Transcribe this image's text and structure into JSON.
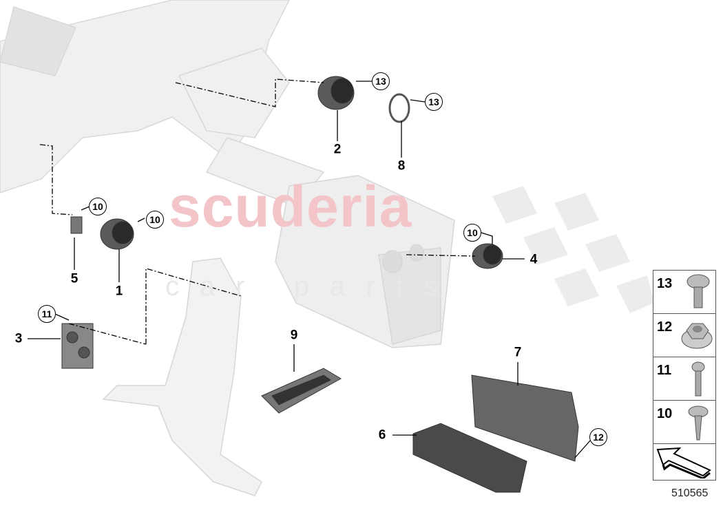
{
  "watermark": {
    "brand": "scuderia",
    "sub": "car parts"
  },
  "callouts": {
    "plain": [
      "2",
      "8",
      "5",
      "1",
      "4",
      "3",
      "9",
      "7",
      "6"
    ],
    "circled": [
      "13",
      "13",
      "10",
      "10",
      "10",
      "11",
      "12"
    ]
  },
  "legend": {
    "items": [
      {
        "number": "13",
        "icon": "screw-flange-icon"
      },
      {
        "number": "12",
        "icon": "flange-nut-icon"
      },
      {
        "number": "11",
        "icon": "screw-icon"
      },
      {
        "number": "10",
        "icon": "self-tapping-screw-icon"
      }
    ],
    "arrow_icon": "direction-arrow-icon"
  },
  "diagram_number": "510565",
  "colors": {
    "part_grey": "#5a5a5a",
    "ghost_grey": "#e6e6e6",
    "watermark": "#f3c4c8"
  }
}
